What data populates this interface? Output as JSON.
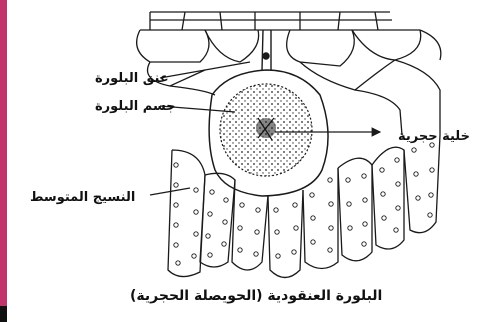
{
  "labels": {
    "cystolith_neck": "عنق البلورة",
    "cystolith_body": "جسم البلورة",
    "stone_cell": "خلية حجرية",
    "mesophyll": "النسيج المتوسط"
  },
  "caption": "البلورة العنقودية (الحويصلة الحجرية)",
  "colors": {
    "border": "#c0336b",
    "ink": "#1a1a1a",
    "background": "#ffffff"
  }
}
